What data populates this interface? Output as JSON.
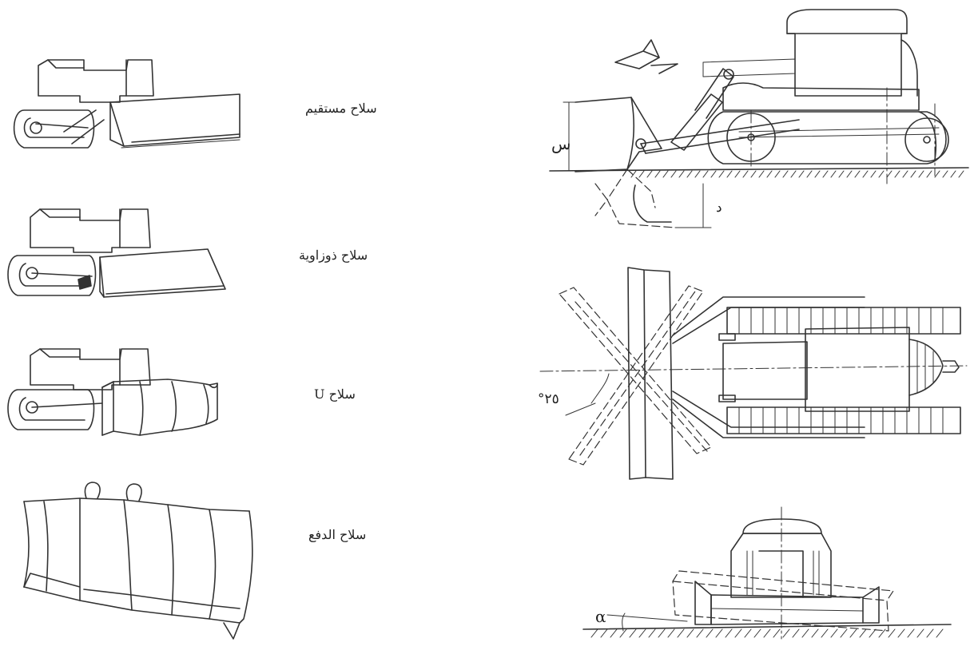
{
  "labels": {
    "straight_blade": "سلاح مستقيم",
    "angle_blade": "سلاح ذوزاوية",
    "u_blade": "سلاح U",
    "push_blade": "سلاح الدفع"
  },
  "dimensions": {
    "height": "س",
    "depth": "د",
    "angle_value": "°٢٥",
    "tilt_symbol": "α"
  }
}
